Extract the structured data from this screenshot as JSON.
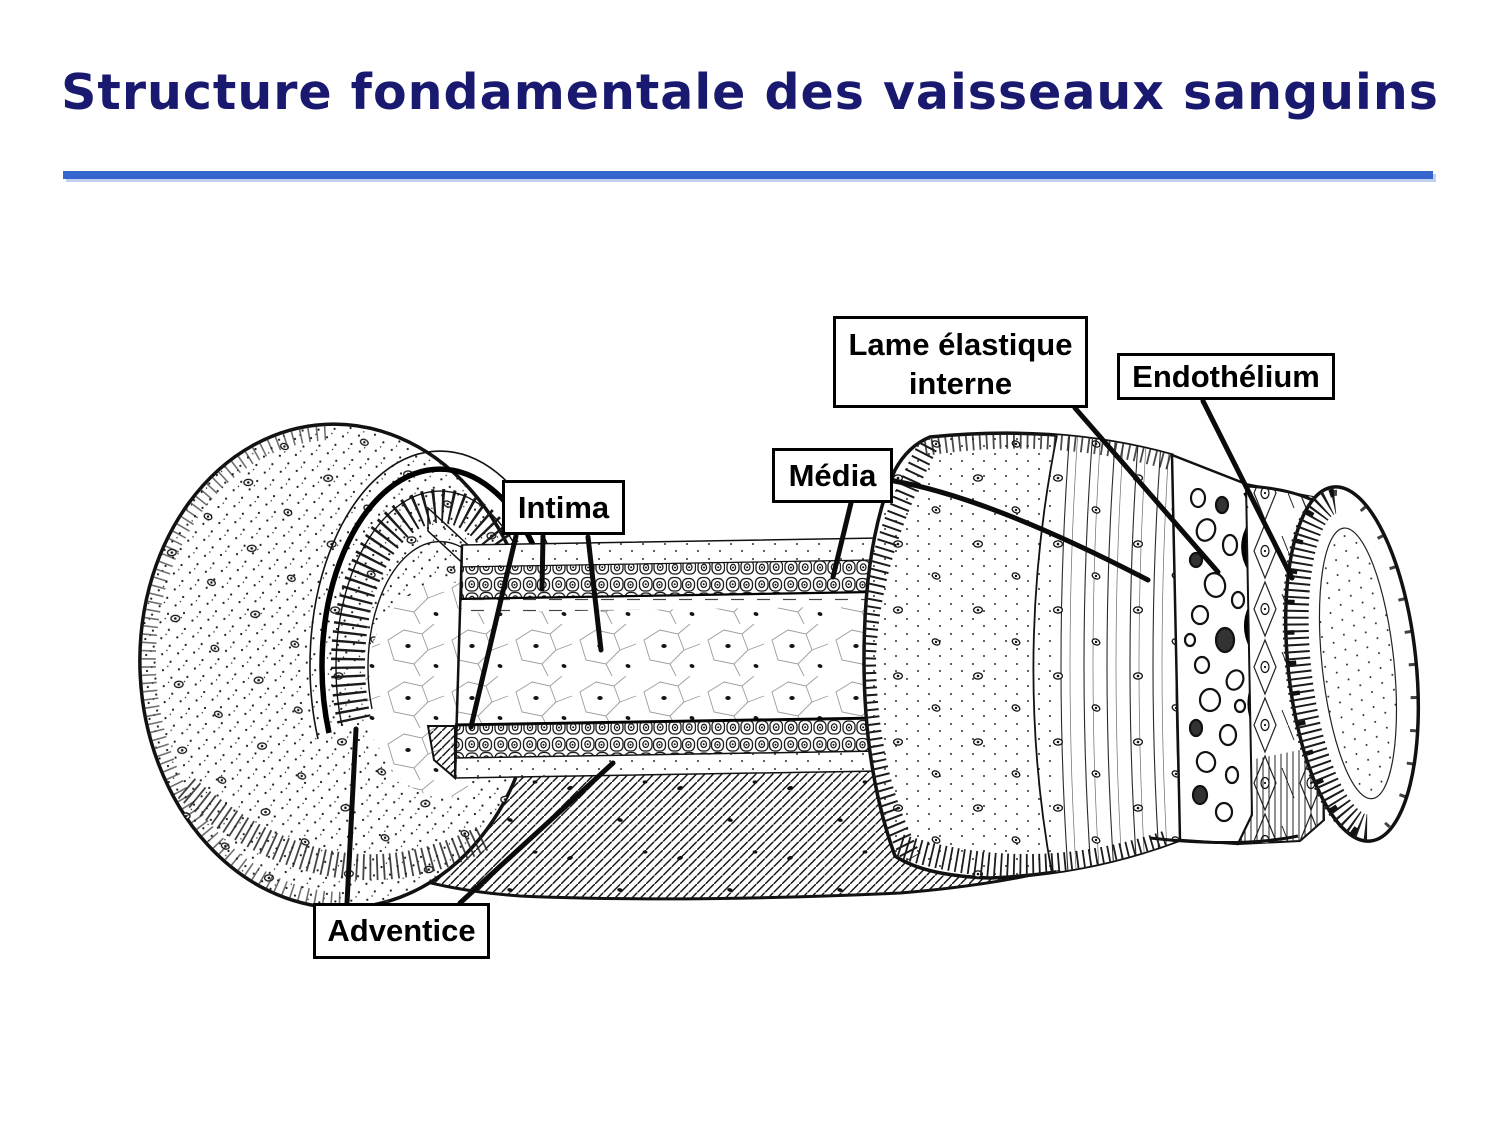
{
  "slide": {
    "title": "Structure fondamentale des vaisseaux sanguins",
    "title_color": "#191970",
    "underline_color": "#3565cd"
  },
  "figure": {
    "labels": {
      "lame_elastique_line1": "Lame élastique",
      "lame_elastique_line2": "interne",
      "endothelium": "Endothélium",
      "media": "Média",
      "intima": "Intima",
      "adventice": "Adventice"
    }
  }
}
